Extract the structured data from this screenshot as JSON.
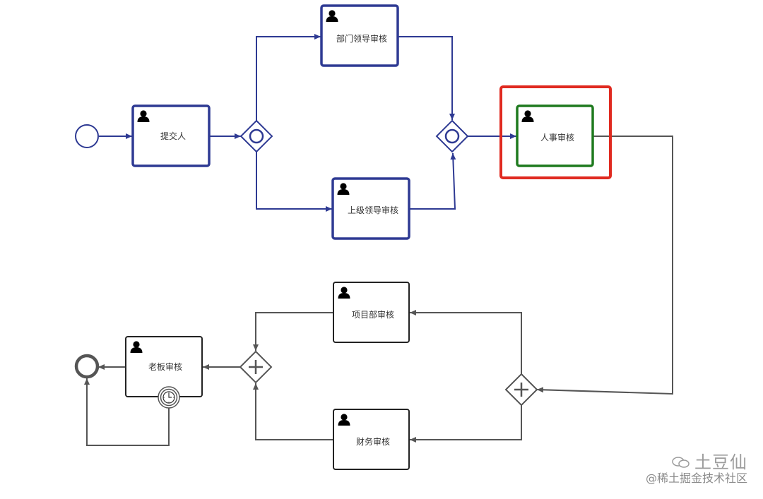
{
  "tasks": {
    "submit": "提交人",
    "dept_leader_review": "部门领导审核",
    "superior_leader_review": "上级领导审核",
    "hr_review": "人事审核",
    "project_dept_review": "项目部审核",
    "finance_review": "财务审核",
    "boss_review": "老板审核"
  },
  "colors": {
    "completed_flow": "#2e3a93",
    "pending_flow": "#555555",
    "current_task_border": "#1e7a1e",
    "highlight_frame": "#e02a20"
  },
  "icons": {
    "task": "user-icon",
    "boundary_event": "timer-icon",
    "inclusive_gateway": "circle-gateway-icon",
    "parallel_gateway": "plus-gateway-icon"
  },
  "watermark": {
    "logo": "土豆仙",
    "site": "@稀土掘金技术社区"
  }
}
